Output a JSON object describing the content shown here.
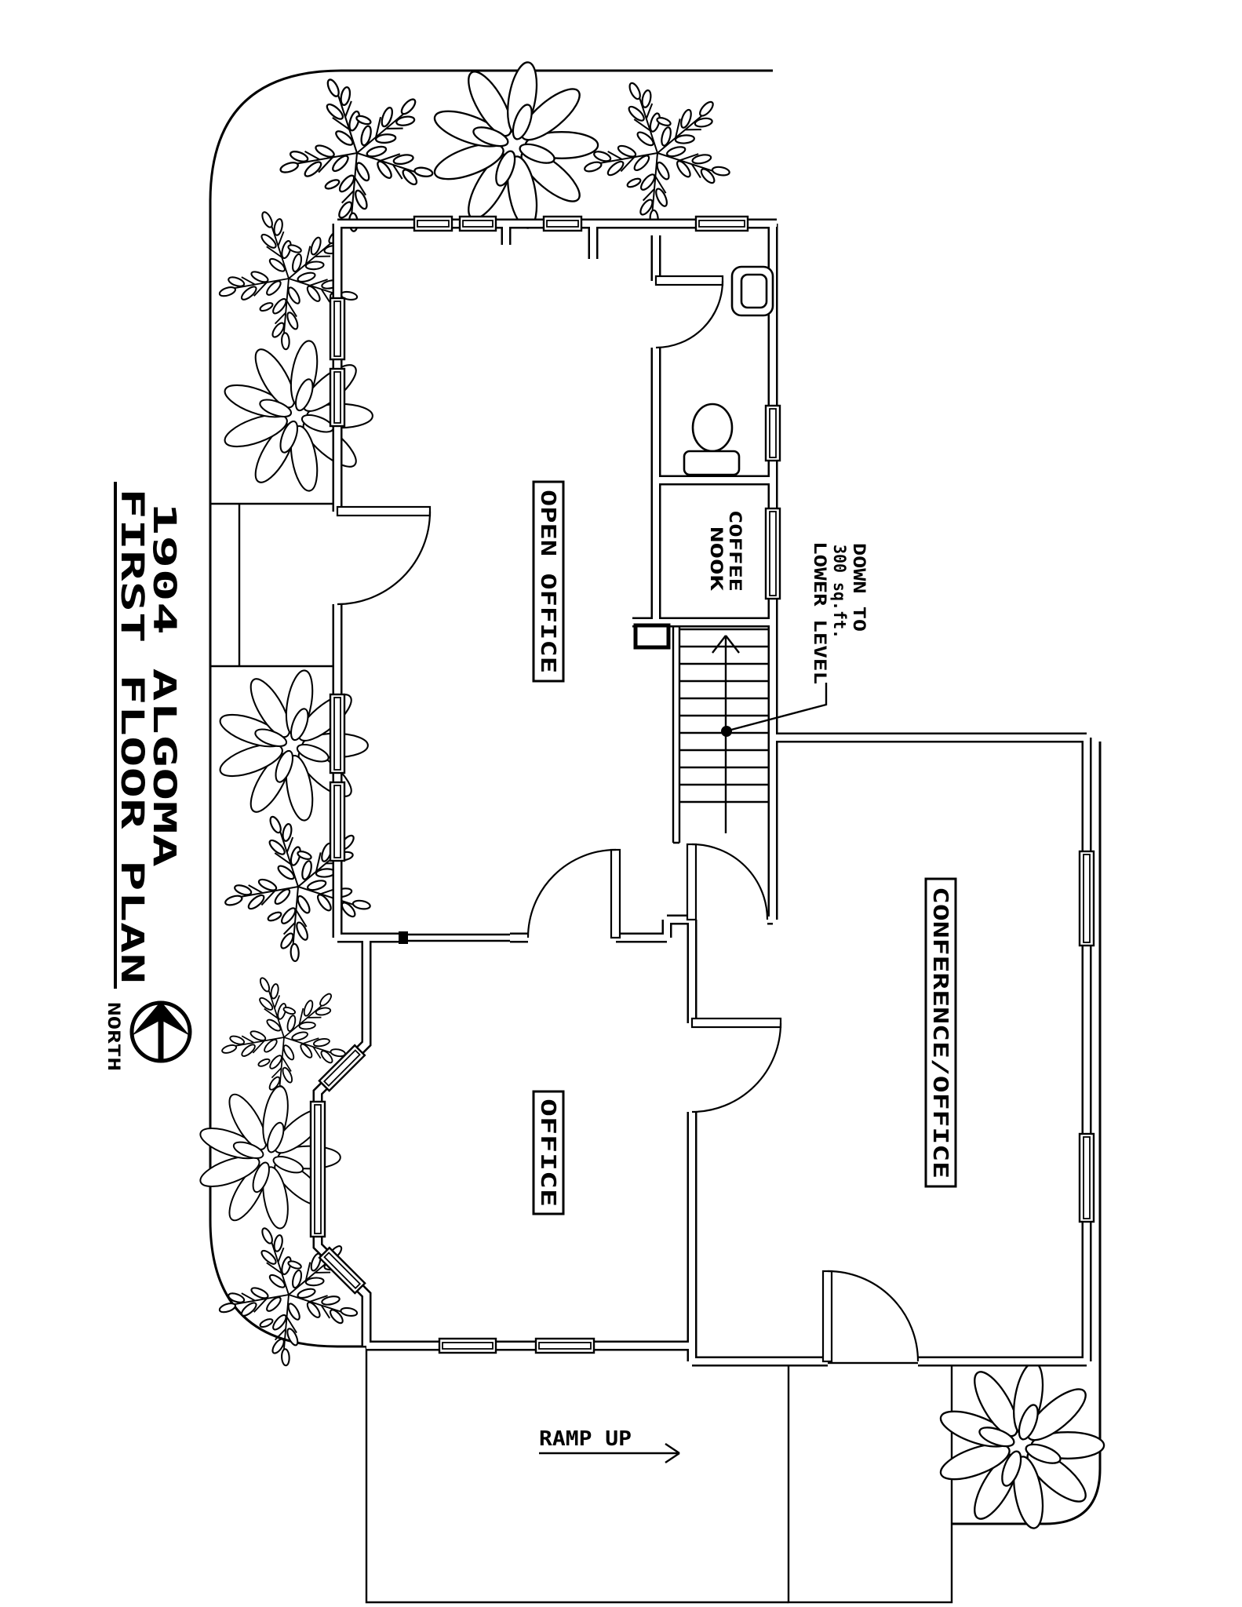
{
  "title": {
    "line1": "1904 ALGOMA",
    "line2": "FIRST FLOOR PLAN"
  },
  "north_label": "NORTH",
  "rooms": {
    "open_office": "OPEN OFFICE",
    "office": "OFFICE",
    "conference": "CONFERENCE/OFFICE",
    "coffee_nook": {
      "line1": "COFFEE",
      "line2": "NOOK"
    }
  },
  "stair_note": {
    "line1": "DOWN TO",
    "line2": "300 sq.ft.",
    "line3": "LOWER LEVEL"
  },
  "ramp_label": "RAMP UP",
  "colors": {
    "ink": "#000000",
    "paper": "#ffffff"
  }
}
